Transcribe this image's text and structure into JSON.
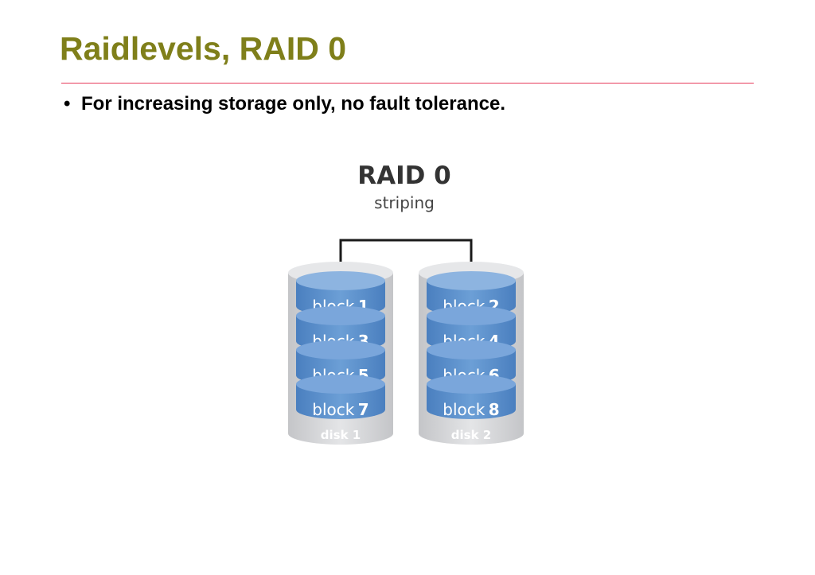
{
  "slide": {
    "title": "Raidlevels, RAID 0",
    "bullets": [
      {
        "marker": "•",
        "text": "For increasing storage only, no fault tolerance."
      }
    ]
  },
  "diagram": {
    "title": "RAID 0",
    "subtitle": "striping",
    "disks": [
      {
        "label": "disk 1",
        "blocks": [
          {
            "word": "block",
            "num": "1"
          },
          {
            "word": "block",
            "num": "3"
          },
          {
            "word": "block",
            "num": "5"
          },
          {
            "word": "block",
            "num": "7"
          }
        ]
      },
      {
        "label": "disk 2",
        "blocks": [
          {
            "word": "block",
            "num": "2"
          },
          {
            "word": "block",
            "num": "4"
          },
          {
            "word": "block",
            "num": "6"
          },
          {
            "word": "block",
            "num": "8"
          }
        ]
      }
    ],
    "colors": {
      "disk_body": "#d0d1d3",
      "block_fill": "#5b8fcb",
      "block_top": "#8db4e0",
      "connector": "#1a1a1a"
    }
  }
}
